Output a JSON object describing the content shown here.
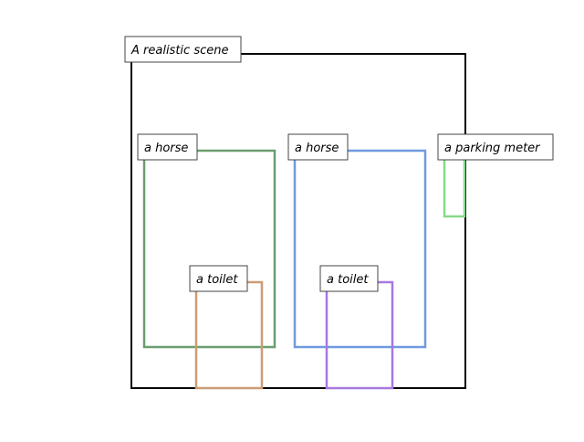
{
  "scene": {
    "label": "A realistic scene",
    "border_color": "#000000"
  },
  "boxes": [
    {
      "id": "horse-left",
      "label": "a horse",
      "color": "#6a9e6f"
    },
    {
      "id": "horse-right",
      "label": "a horse",
      "color": "#6f9ae0"
    },
    {
      "id": "parking-meter",
      "label": "a parking meter",
      "color": "#86d98a"
    },
    {
      "id": "toilet-left",
      "label": "a toilet",
      "color": "#cc9c74"
    },
    {
      "id": "toilet-right",
      "label": "a toilet",
      "color": "#a878e0"
    }
  ],
  "label_box": {
    "fill": "#ffffff",
    "stroke": "#444444"
  }
}
